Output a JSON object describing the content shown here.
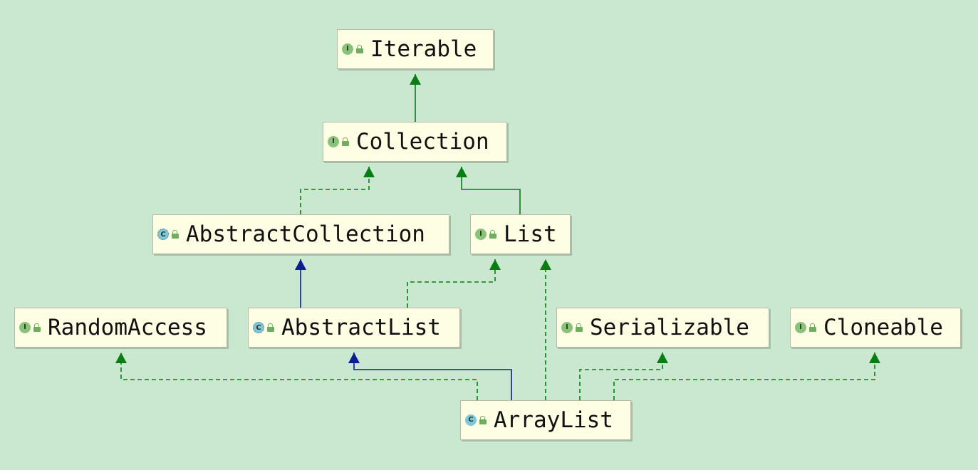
{
  "colors": {
    "background": "#c9e8cf",
    "node_fill": "#fefee4",
    "implements_edge": "#0a7d12",
    "extends_class_edge": "#0a1f8f"
  },
  "nodes": [
    {
      "id": "iterable",
      "name": "Iterable",
      "kind": "I",
      "kind_icon": "interface-icon"
    },
    {
      "id": "collection",
      "name": "Collection",
      "kind": "I",
      "kind_icon": "interface-icon"
    },
    {
      "id": "abstractcollection",
      "name": "AbstractCollection",
      "kind": "C",
      "kind_icon": "abstract-class-icon"
    },
    {
      "id": "list",
      "name": "List",
      "kind": "I",
      "kind_icon": "interface-icon"
    },
    {
      "id": "randomaccess",
      "name": "RandomAccess",
      "kind": "I",
      "kind_icon": "interface-icon"
    },
    {
      "id": "abstractlist",
      "name": "AbstractList",
      "kind": "C",
      "kind_icon": "abstract-class-icon"
    },
    {
      "id": "serializable",
      "name": "Serializable",
      "kind": "I",
      "kind_icon": "interface-icon"
    },
    {
      "id": "cloneable",
      "name": "Cloneable",
      "kind": "I",
      "kind_icon": "interface-icon"
    },
    {
      "id": "arraylist",
      "name": "ArrayList",
      "kind": "C",
      "kind_icon": "class-icon"
    }
  ],
  "edges": [
    {
      "from": "collection",
      "to": "iterable",
      "style": "solid",
      "color": "green"
    },
    {
      "from": "abstractcollection",
      "to": "collection",
      "style": "dashed",
      "color": "green"
    },
    {
      "from": "list",
      "to": "collection",
      "style": "solid",
      "color": "green"
    },
    {
      "from": "abstractlist",
      "to": "abstractcollection",
      "style": "solid",
      "color": "blue"
    },
    {
      "from": "abstractlist",
      "to": "list",
      "style": "dashed",
      "color": "green"
    },
    {
      "from": "arraylist",
      "to": "randomaccess",
      "style": "dashed",
      "color": "green"
    },
    {
      "from": "arraylist",
      "to": "abstractlist",
      "style": "solid",
      "color": "blue"
    },
    {
      "from": "arraylist",
      "to": "list",
      "style": "dashed",
      "color": "green"
    },
    {
      "from": "arraylist",
      "to": "serializable",
      "style": "dashed",
      "color": "green"
    },
    {
      "from": "arraylist",
      "to": "cloneable",
      "style": "dashed",
      "color": "green"
    }
  ]
}
